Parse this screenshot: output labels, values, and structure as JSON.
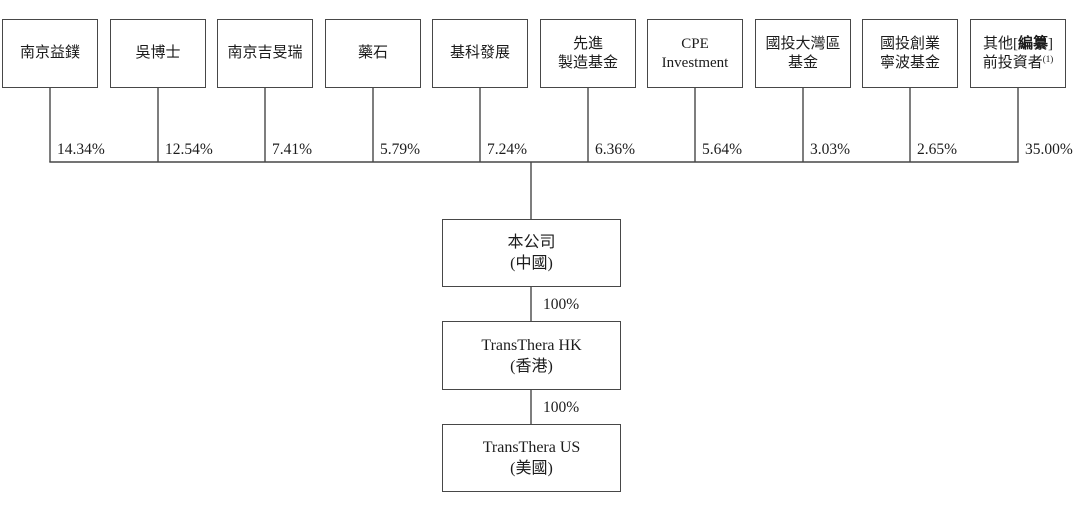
{
  "diagram": {
    "shareholders": [
      {
        "name_lines": [
          "南京益鏷"
        ],
        "ownership_pct": "14.34%"
      },
      {
        "name_lines": [
          "吳博士"
        ],
        "ownership_pct": "12.54%"
      },
      {
        "name_lines": [
          "南京吉旻瑞"
        ],
        "ownership_pct": "7.41%"
      },
      {
        "name_lines": [
          "藥石"
        ],
        "ownership_pct": "5.79%"
      },
      {
        "name_lines": [
          "基科發展"
        ],
        "ownership_pct": "7.24%"
      },
      {
        "name_lines": [
          "先進",
          "製造基金"
        ],
        "ownership_pct": "6.36%"
      },
      {
        "name_lines": [
          "CPE",
          "Investment"
        ],
        "ownership_pct": "5.64%"
      },
      {
        "name_lines": [
          "國投大灣區",
          "基金"
        ],
        "ownership_pct": "3.03%"
      },
      {
        "name_lines": [
          "國投創業",
          "寧波基金"
        ],
        "ownership_pct": "2.65%"
      },
      {
        "line1_prefix": "其他[",
        "line1_bold": "編纂",
        "line1_suffix": "]",
        "line2": "前投資者",
        "line2_superscript": "(1)",
        "ownership_pct": "35.00%"
      }
    ],
    "subsidiary_chain": [
      {
        "line1": "本公司",
        "line2": "(中國)"
      },
      {
        "line1": "TransThera HK",
        "line2": "(香港)",
        "ownership_from_parent": "100%"
      },
      {
        "line1": "TransThera US",
        "line2": "(美國)",
        "ownership_from_parent": "100%"
      }
    ]
  },
  "colors": {
    "line": "#474747",
    "text": "#1c1c1c",
    "background": "#ffffff"
  }
}
